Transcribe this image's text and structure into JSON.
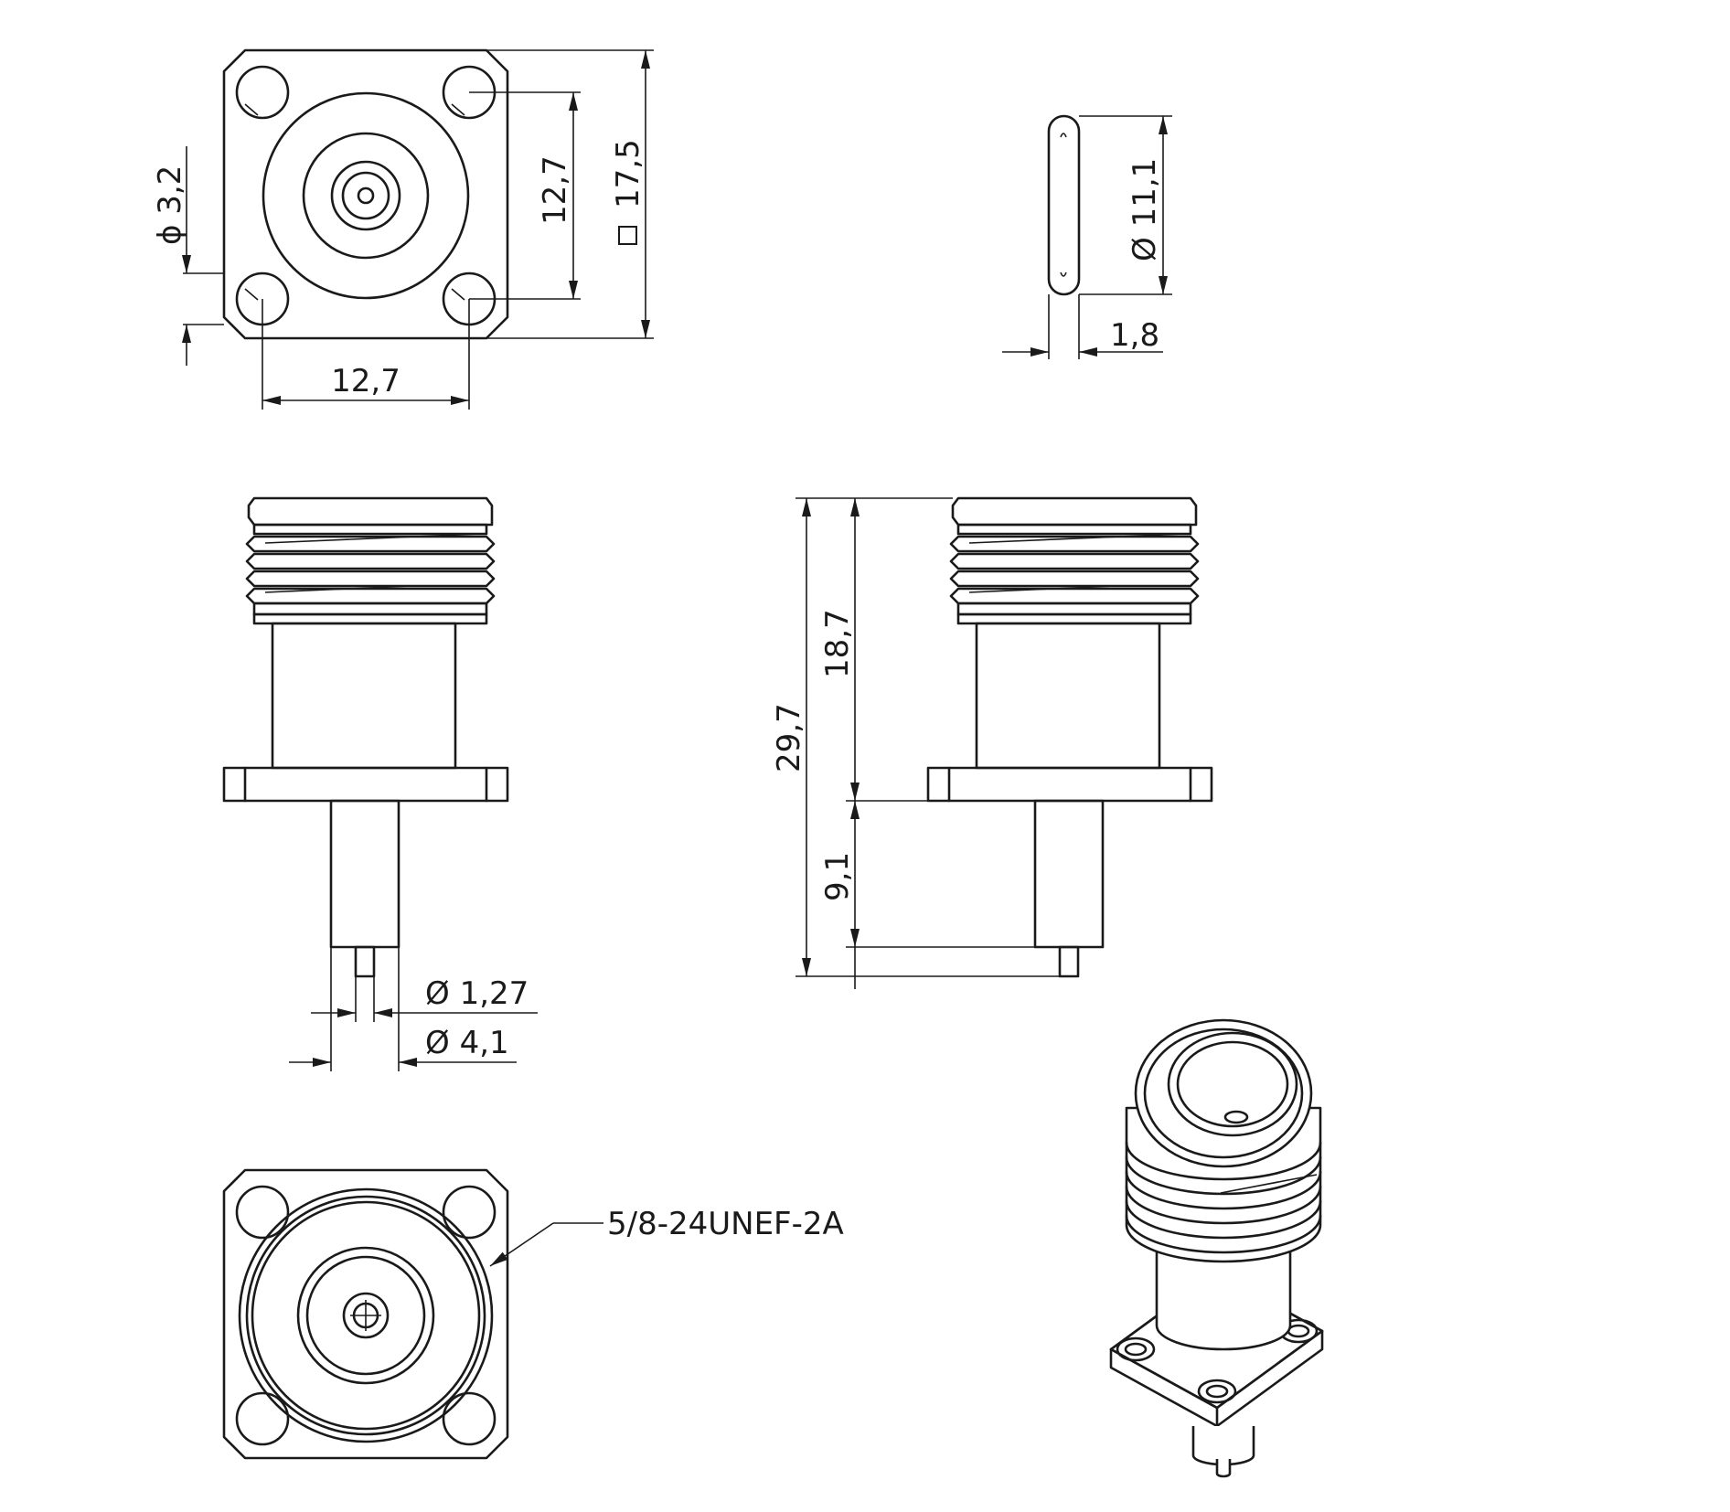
{
  "dimensions": {
    "hole_dia": "ϕ 3,2",
    "hole_spacing_v": "12,7",
    "flange_square": "17,5",
    "hole_spacing_h": "12,7",
    "oring_dia": "Ø 11,1",
    "oring_thickness": "1,8",
    "total_length": "29,7",
    "upper_length": "18,7",
    "lower_length": "9,1",
    "pin_dia": "Ø 1,27",
    "tail_dia": "Ø 4,1"
  },
  "callouts": {
    "thread": "5/8-24UNEF-2A"
  },
  "colors": {
    "line": "#1a1a1a",
    "background": "#ffffff"
  }
}
